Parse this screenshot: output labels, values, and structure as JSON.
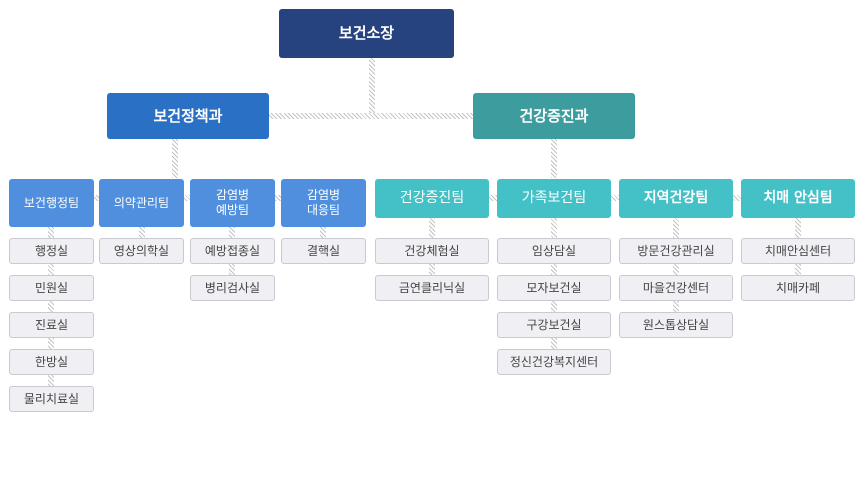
{
  "director": "보건소장",
  "divisions": {
    "policy": "보건정책과",
    "promotion": "건강증진과"
  },
  "teams": [
    {
      "label": "보건행정팀",
      "units": [
        "행정실",
        "민원실",
        "진료실",
        "한방실",
        "물리치료실"
      ]
    },
    {
      "label": "의약관리팀",
      "units": [
        "영상의학실"
      ]
    },
    {
      "label": "감염병\n예방팀",
      "units": [
        "예방접종실",
        "병리검사실"
      ]
    },
    {
      "label": "감염병\n대응팀",
      "units": [
        "결핵실"
      ]
    },
    {
      "label": "건강증진팀",
      "units": [
        "건강체험실",
        "금연클리닉실"
      ]
    },
    {
      "label": "가족보건팀",
      "units": [
        "임상담실",
        "모자보건실",
        "구강보건실",
        "정신건강복지센터"
      ]
    },
    {
      "label": "지역건강팀",
      "units": [
        "방문건강관리실",
        "마을건강센터",
        "원스톱상담실"
      ]
    },
    {
      "label": "치매 안심팀",
      "units": [
        "치매안심센터",
        "치매카페"
      ]
    }
  ],
  "colors": {
    "director": "#26427f",
    "policy_division": "#2a71c6",
    "promotion_division": "#3d9c9e",
    "policy_team": "#4f8fdd",
    "promotion_team": "#44c1c7",
    "unit_background": "#efeff4",
    "unit_border": "#c9c9d1",
    "connector": "#c4c4c4"
  }
}
